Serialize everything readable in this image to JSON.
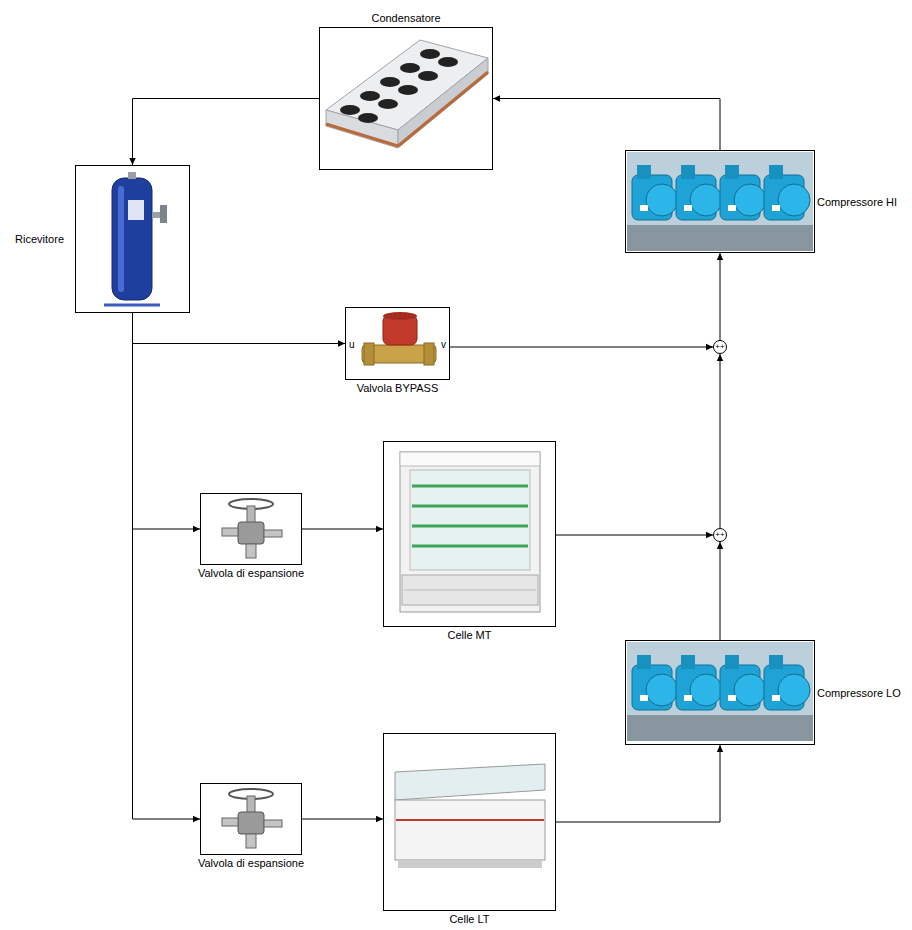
{
  "diagram": {
    "nodes": [
      {
        "text": [
          "Condensatore"
        ]
      },
      {
        "text": [
          "Ricevitore"
        ]
      },
      {
        "text": [
          "Compressore HI"
        ]
      },
      {
        "text": [
          "u",
          "v",
          "Valvola BYPASS"
        ]
      },
      {
        "text": [
          "+",
          "+"
        ]
      },
      {
        "text": [
          "Valvola di espansione"
        ]
      },
      {
        "text": [
          "Celle MT"
        ]
      },
      {
        "text": [
          "+",
          "+"
        ]
      },
      {
        "text": [
          "Compressore LO"
        ]
      },
      {
        "text": [
          "Valvola di espansione"
        ]
      },
      {
        "text": [
          "Celle LT"
        ]
      }
    ],
    "edges": [
      {
        "from": 0,
        "to": 1,
        "arrow": "to"
      },
      {
        "from": 1,
        "to": 3,
        "arrow": "to"
      },
      {
        "from": 1,
        "to": 5,
        "arrow": "to"
      },
      {
        "from": 1,
        "to": 9,
        "arrow": "to"
      },
      {
        "from": 3,
        "to": 4,
        "arrow": "to"
      },
      {
        "from": 5,
        "to": 6,
        "arrow": "to"
      },
      {
        "from": 6,
        "to": 7,
        "arrow": "to"
      },
      {
        "from": 9,
        "to": 10,
        "arrow": "to"
      },
      {
        "from": 10,
        "to": 8,
        "arrow": "to"
      },
      {
        "from": 8,
        "to": 7,
        "arrow": "to"
      },
      {
        "from": 7,
        "to": 4,
        "arrow": "to"
      },
      {
        "from": 4,
        "to": 2,
        "arrow": "to"
      },
      {
        "from": 2,
        "to": 0,
        "arrow": "to"
      }
    ]
  }
}
